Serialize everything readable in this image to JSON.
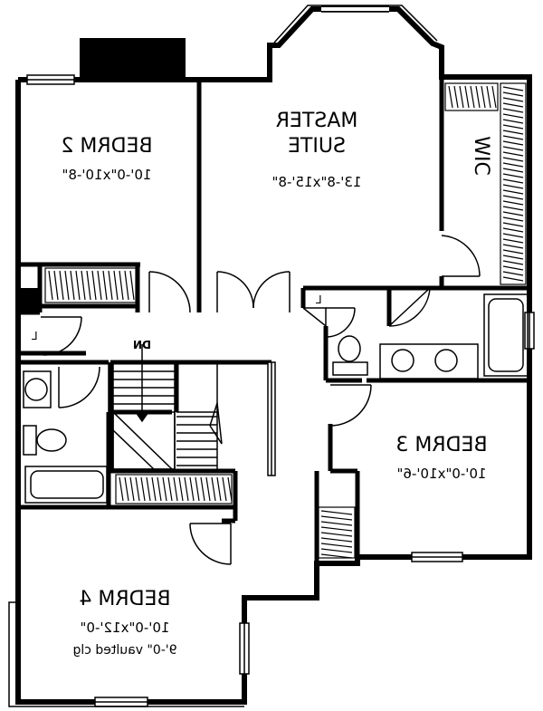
{
  "plan": {
    "rooms": [
      {
        "id": "master",
        "name_lines": [
          "MASTER",
          "SUITE"
        ],
        "dims": "13'-8\"x15'-8\""
      },
      {
        "id": "bedrm2",
        "name_lines": [
          "BEDRM 2"
        ],
        "dims": "10'-0\"x10'-8\""
      },
      {
        "id": "bedrm3",
        "name_lines": [
          "BEDRM 3"
        ],
        "dims": "10'-0\"x10'-6\""
      },
      {
        "id": "bedrm4",
        "name_lines": [
          "BEDRM 4"
        ],
        "dims": "10'-0\"x12'-0\"",
        "note": "9'-0\" vaulted clg"
      },
      {
        "id": "wic",
        "name_lines": [
          "WIC"
        ]
      }
    ],
    "linen_marks": [
      "L",
      "L"
    ],
    "stair_label": "DN"
  }
}
